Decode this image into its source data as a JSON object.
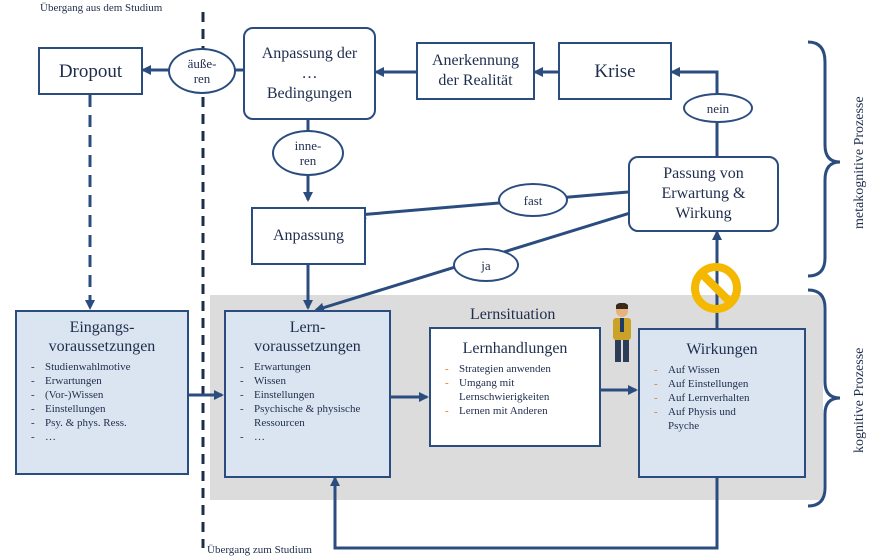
{
  "labels": {
    "top_transition": "Übergang aus dem Studium",
    "bottom_transition": "Übergang zum Studium",
    "metacognitive": "metakognitive Prozesse",
    "cognitive": "kognitive Prozesse",
    "lernsituation": "Lernsituation"
  },
  "boxes": {
    "dropout": "Dropout",
    "anpassung_bed": "Anpassung der … Bedingungen",
    "anerkennung": "Anerkennung der Realität",
    "krise": "Krise",
    "passung": "Passung von Erwartung & Wirkung",
    "anpassung": "Anpassung"
  },
  "ovals": {
    "aeussern": "äuße- ren",
    "innern": "inne- ren",
    "nein": "nein",
    "fast": "fast",
    "ja": "ja"
  },
  "eingang": {
    "title": "Eingangs- voraussetzungen",
    "items": [
      "Studienwahlmotive",
      "Erwartungen",
      "(Vor-)Wissen",
      "Einstellungen",
      "Psy. & phys. Ress.",
      "…"
    ]
  },
  "lern": {
    "title": "Lern- voraussetzungen",
    "items": [
      "Erwartungen",
      "Wissen",
      "Einstellungen",
      "Psychische & physische Ressourcen",
      "…"
    ]
  },
  "handlungen": {
    "title": "Lernhandlungen",
    "items": [
      "Strategien anwenden",
      "Umgang mit Lernschwierigkeiten",
      "Lernen mit Anderen"
    ]
  },
  "wirkungen": {
    "title": "Wirkungen",
    "items": [
      "Auf Wissen",
      "Auf Einstellungen",
      "Auf Lernverhalten",
      "Auf Physis und Psyche"
    ]
  },
  "colors": {
    "navy": "#2b4c7e",
    "box_blue": "#dbe5f1",
    "grey_area": "#dcdcdc",
    "orange": "#e07a1f",
    "stop_yellow": "#f5b800"
  }
}
